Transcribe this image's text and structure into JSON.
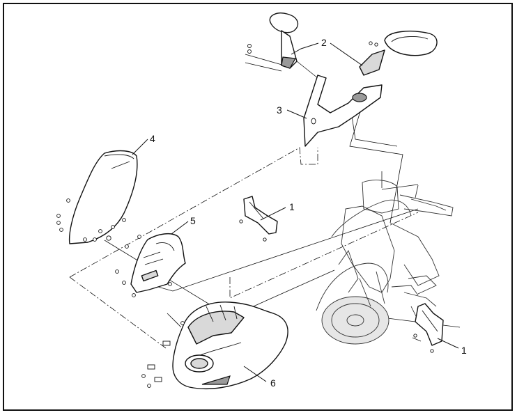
{
  "diagram": {
    "callouts": [
      {
        "id": "mirror-right",
        "label": "2"
      },
      {
        "id": "inner-panel-upper",
        "label": "3"
      },
      {
        "id": "windshield",
        "label": "4"
      },
      {
        "id": "inner-panel-center",
        "label": "1"
      },
      {
        "id": "inner-panel-left",
        "label": "5"
      },
      {
        "id": "front-cowling",
        "label": "6"
      },
      {
        "id": "inner-panel-lower",
        "label": "1"
      }
    ]
  }
}
